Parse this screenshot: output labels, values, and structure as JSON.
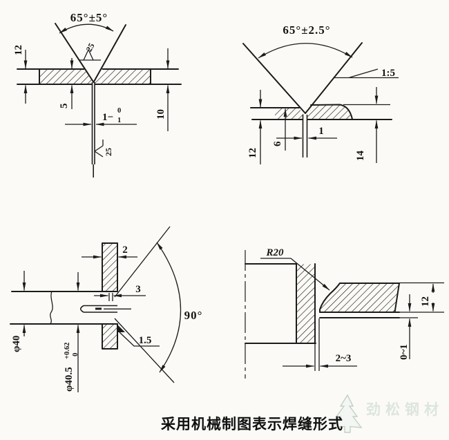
{
  "caption": "采用机械制图表示焊缝形式",
  "watermark": {
    "brand": "劲松钢材"
  },
  "diagrams": {
    "top_left": {
      "angle": "65°±5°",
      "thickness": "12",
      "root_face": "5",
      "depth": "10",
      "gap_base": "1−",
      "gap_sup": "0",
      "gap_sub": "1",
      "rough_top": "25",
      "rough_bottom": "25"
    },
    "top_right": {
      "angle": "65°±2.5°",
      "taper": "1:5",
      "thickness_left": "12",
      "root": "6",
      "gap": "1",
      "thickness_right": "14"
    },
    "bottom_left": {
      "width_top": "2",
      "slot": "3",
      "chamfer": "1.5",
      "angle": "90°",
      "shaft_dia": "φ40",
      "hole_base": "φ40.5",
      "hole_sup": "+0.62",
      "hole_sub": "0"
    },
    "bottom_right": {
      "radius": "R20",
      "thickness": "12",
      "gap": "2~3",
      "root_gap": "0~1"
    }
  }
}
